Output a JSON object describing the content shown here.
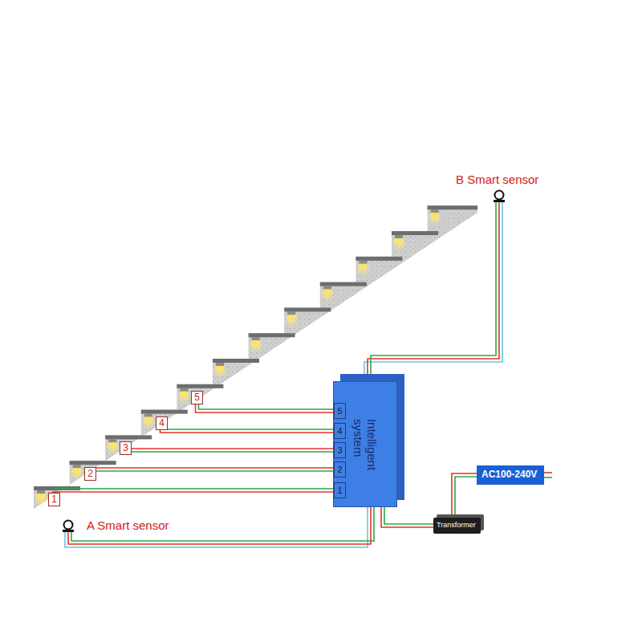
{
  "diagram": {
    "nodes": [
      {
        "text": [
          "Intelligent system"
        ]
      },
      {
        "text": [
          "5"
        ],
        "in": 0
      },
      {
        "text": [
          "4"
        ],
        "in": 0
      },
      {
        "text": [
          "3"
        ],
        "in": 0
      },
      {
        "text": [
          "2"
        ],
        "in": 0
      },
      {
        "text": [
          "1"
        ],
        "in": 0
      },
      {
        "text": [
          "5"
        ]
      },
      {
        "text": [
          "4"
        ]
      },
      {
        "text": [
          "3"
        ]
      },
      {
        "text": [
          "2"
        ]
      },
      {
        "text": [
          "1"
        ]
      },
      {
        "text": [
          "Transformer"
        ]
      },
      {
        "text": [
          "AC100-240V"
        ]
      }
    ],
    "edges": [
      {
        "from": 6,
        "to": 1,
        "arrow": "none"
      },
      {
        "from": 7,
        "to": 2,
        "arrow": "none"
      },
      {
        "from": 8,
        "to": 3,
        "arrow": "none"
      },
      {
        "from": 9,
        "to": 4,
        "arrow": "none"
      },
      {
        "from": 10,
        "to": 5,
        "arrow": "none"
      },
      {
        "from": 0,
        "to": 11,
        "arrow": "none"
      },
      {
        "from": 11,
        "to": 12,
        "arrow": "none"
      }
    ],
    "labels": [
      "B Smart sensor",
      "A Smart sensor"
    ]
  }
}
